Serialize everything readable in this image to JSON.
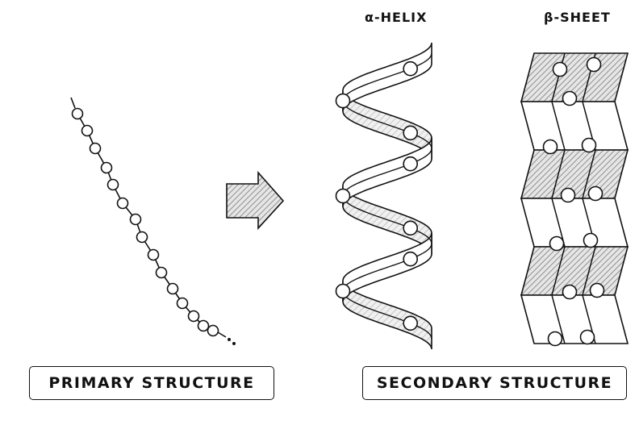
{
  "titles": {
    "alpha_helix": "α-HELIX",
    "beta_sheet": "β-SHEET"
  },
  "labels": {
    "primary": "PRIMARY STRUCTURE",
    "secondary": "SECONDARY STRUCTURE"
  },
  "colors": {
    "stroke": "#111111",
    "ribbon_fill": "#ffffff",
    "hatch": "#9a9a9a",
    "arrow_fill": "#8a8a8a"
  }
}
